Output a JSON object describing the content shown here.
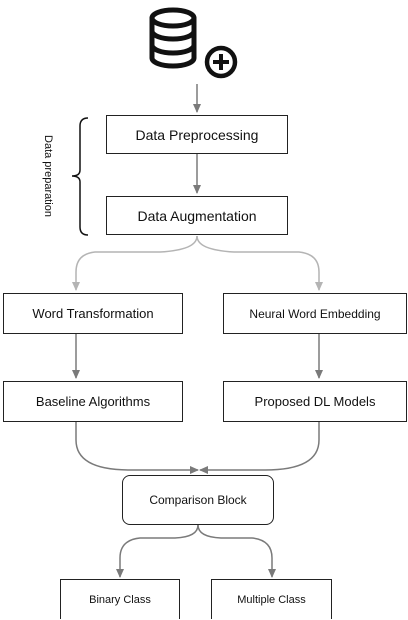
{
  "diagram": {
    "nodes": {
      "data_preprocessing": "Data Preprocessing",
      "data_augmentation": "Data Augmentation",
      "word_transformation": "Word Transformation",
      "neural_word_embedding": "Neural Word Embedding",
      "baseline_algorithms": "Baseline Algorithms",
      "proposed_dl_models": "Proposed DL Models",
      "comparison_block": "Comparison Block",
      "binary_class": "Binary Class",
      "multiple_class": "Multiple Class"
    },
    "group_label": "Data preparation",
    "icons": {
      "top": "database-add-icon"
    },
    "colors": {
      "box_border": "#222222",
      "arrow": "#7a7a7a",
      "arrow_light": "#b4b4b4",
      "icon": "#111111"
    }
  }
}
